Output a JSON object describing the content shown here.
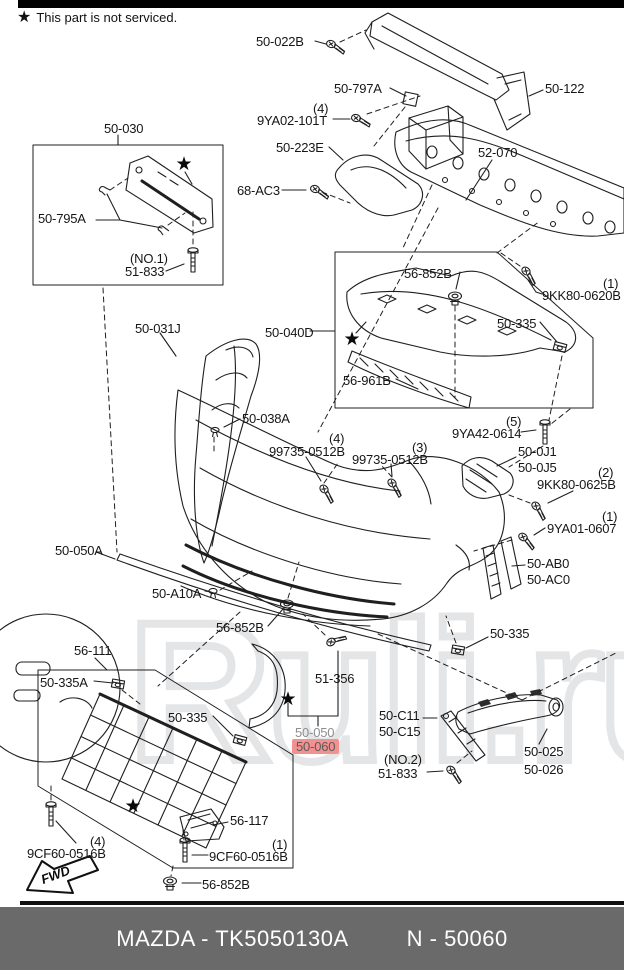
{
  "legend": {
    "star": "★",
    "text": "This part is not serviced."
  },
  "watermark": {
    "text": "Ruli.ru"
  },
  "fwd_label": "FWD",
  "footer": {
    "code": "MAZDA - TK5050130A",
    "ref": "N - 50060"
  },
  "colors": {
    "highlight": "#f2918f",
    "footer_bg": "#6a6a6a",
    "line": "#1f1f1f",
    "watermark": "#e4e5e7",
    "muted": "#8e8e8e"
  },
  "parts": {
    "p50_022B": "50-022B",
    "p50_122": "50-122",
    "p50_797A": "50-797A",
    "p9YA02_101T": "9YA02-101T",
    "p50_223E": "50-223E",
    "p52_070": "52-070",
    "p68_AC3": "68-AC3",
    "p50_030": "50-030",
    "p50_795A": "50-795A",
    "p51_833": "51-833",
    "p56_852B": "56-852B",
    "p9KK80_0620B": "9KK80-0620B",
    "p50_040D": "50-040D",
    "p50_335": "50-335",
    "p56_961B": "56-961B",
    "p50_031J": "50-031J",
    "p50_038A": "50-038A",
    "p9YA42_0614": "9YA42-0614",
    "p99735_0512B": "99735-0512B",
    "p50_0J1": "50-0J1",
    "p50_0J5": "50-0J5",
    "p9KK80_0625B": "9KK80-0625B",
    "p9YA01_0607": "9YA01-0607",
    "p50_AB0": "50-AB0",
    "p50_AC0": "50-AC0",
    "p50_050A": "50-050A",
    "p50_A10A": "50-A10A",
    "p56_111": "56-111",
    "p50_335A": "50-335A",
    "p51_356": "51-356",
    "p50_C11": "50-C11",
    "p50_C15": "50-C15",
    "p50_050": "50-050",
    "p50_060": "50-060",
    "p50_025": "50-025",
    "p50_026": "50-026",
    "p56_117": "56-117",
    "p9CF60_0516B": "9CF60-0516B"
  },
  "qty": {
    "q1": "(1)",
    "q2": "(2)",
    "q3": "(3)",
    "q4": "(4)",
    "q5": "(5)",
    "no1": "(NO.1)",
    "no2": "(NO.2)"
  }
}
